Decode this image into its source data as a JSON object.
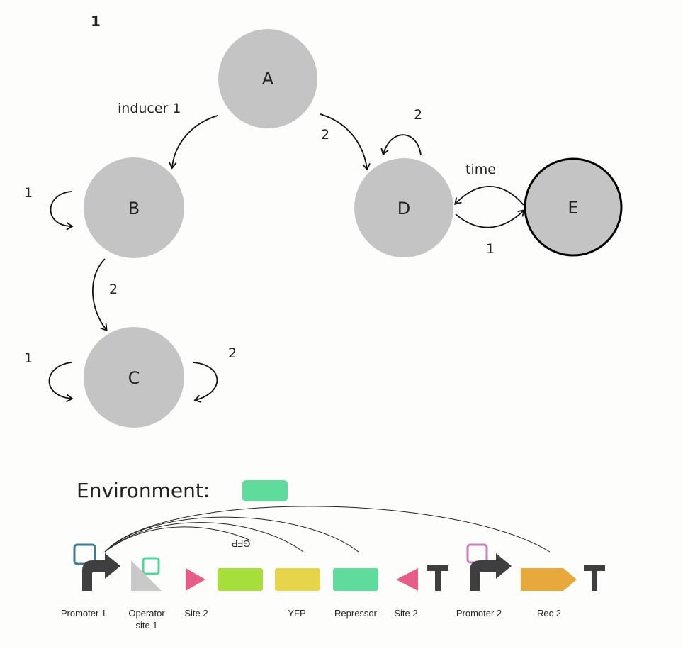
{
  "panel_number": "1",
  "nodes": {
    "A": {
      "label": "A"
    },
    "B": {
      "label": "B"
    },
    "C": {
      "label": "C"
    },
    "D": {
      "label": "D"
    },
    "E": {
      "label": "E"
    }
  },
  "edge_labels": {
    "a_to_b": "inducer 1",
    "a_to_d": "2",
    "b_self": "1",
    "b_to_c": "2",
    "c_self_left": "1",
    "c_self_right": "2",
    "d_self": "2",
    "e_to_d": "time",
    "d_to_e": "1"
  },
  "environment": {
    "title": "Environment:",
    "indicator_color": "#5fdc9c"
  },
  "construct": {
    "flipped_label": "GFP",
    "labels": {
      "promoter1": "Promoter 1",
      "operator_line1": "Operator",
      "operator_line2": "site 1",
      "site2_a": "Site 2",
      "yfp": "YFP",
      "repressor": "Repressor",
      "site2_b": "Site 2",
      "promoter2": "Promoter 2",
      "rec2": "Rec 2"
    },
    "colors": {
      "node_fill": "#c4c4c4",
      "promoter1_box": "#3b7c93",
      "operator_box": "#4fd69a",
      "promoter2_box": "#c97fbd",
      "site": "#e75d8a",
      "gfp": "#a6de3c",
      "yfp": "#e6d54a",
      "repressor": "#5fdc9c",
      "rec2": "#e8a93c",
      "dark": "#3f3f3f"
    }
  }
}
